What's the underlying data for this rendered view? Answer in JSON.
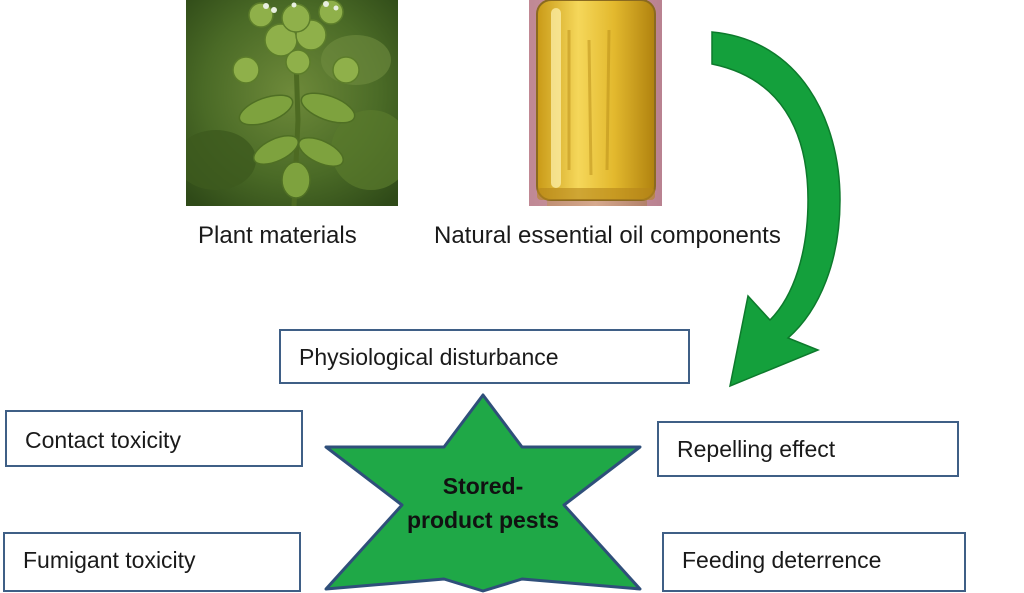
{
  "captions": {
    "plant_materials": "Plant materials",
    "essential_oil": "Natural essential oil components"
  },
  "center": {
    "line1": "Stored-",
    "line2": "product pests"
  },
  "effects": {
    "physiological": "Physiological disturbance",
    "contact": "Contact toxicity",
    "repelling": "Repelling effect",
    "fumigant": "Fumigant toxicity",
    "feeding": "Feeding deterrence"
  },
  "colors": {
    "star_fill": "#1fa847",
    "star_stroke": "#2f4f7a",
    "arrow_fill": "#14a03c",
    "box_border": "#3f5f86"
  },
  "icons": {
    "plant": "oregano-plant-photo",
    "oil": "essential-oil-bottle-photo",
    "arrow": "curved-arrow"
  }
}
